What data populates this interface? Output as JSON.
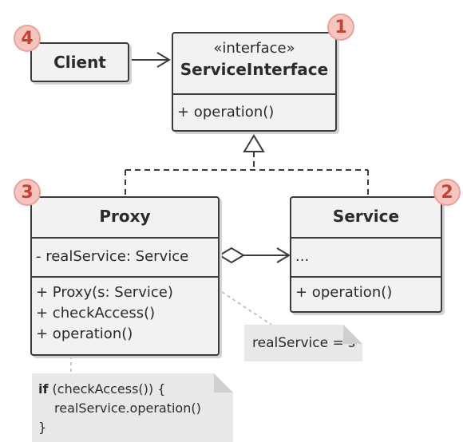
{
  "badges": {
    "one": "1",
    "two": "2",
    "three": "3",
    "four": "4"
  },
  "client": {
    "title": "Client"
  },
  "service_interface": {
    "stereotype": "«interface»",
    "title": "ServiceInterface",
    "methods": [
      "+ operation()"
    ]
  },
  "proxy": {
    "title": "Proxy",
    "fields": [
      "- realService: Service"
    ],
    "methods": [
      "+ Proxy(s: Service)",
      "+ checkAccess()",
      "+ operation()"
    ]
  },
  "service": {
    "title": "Service",
    "fields": [
      "..."
    ],
    "methods": [
      "+ operation()"
    ]
  },
  "notes": {
    "assign": "realService = s",
    "code": {
      "keyword": "if",
      "line1_rest": " (checkAccess()) {",
      "line2": "realService.operation()",
      "line3": "}"
    }
  },
  "colors": {
    "badge_fill": "#f7c5bd",
    "badge_text": "#c4432f",
    "box_fill": "#f2f2f2",
    "note_fill": "#e8e8e8"
  }
}
